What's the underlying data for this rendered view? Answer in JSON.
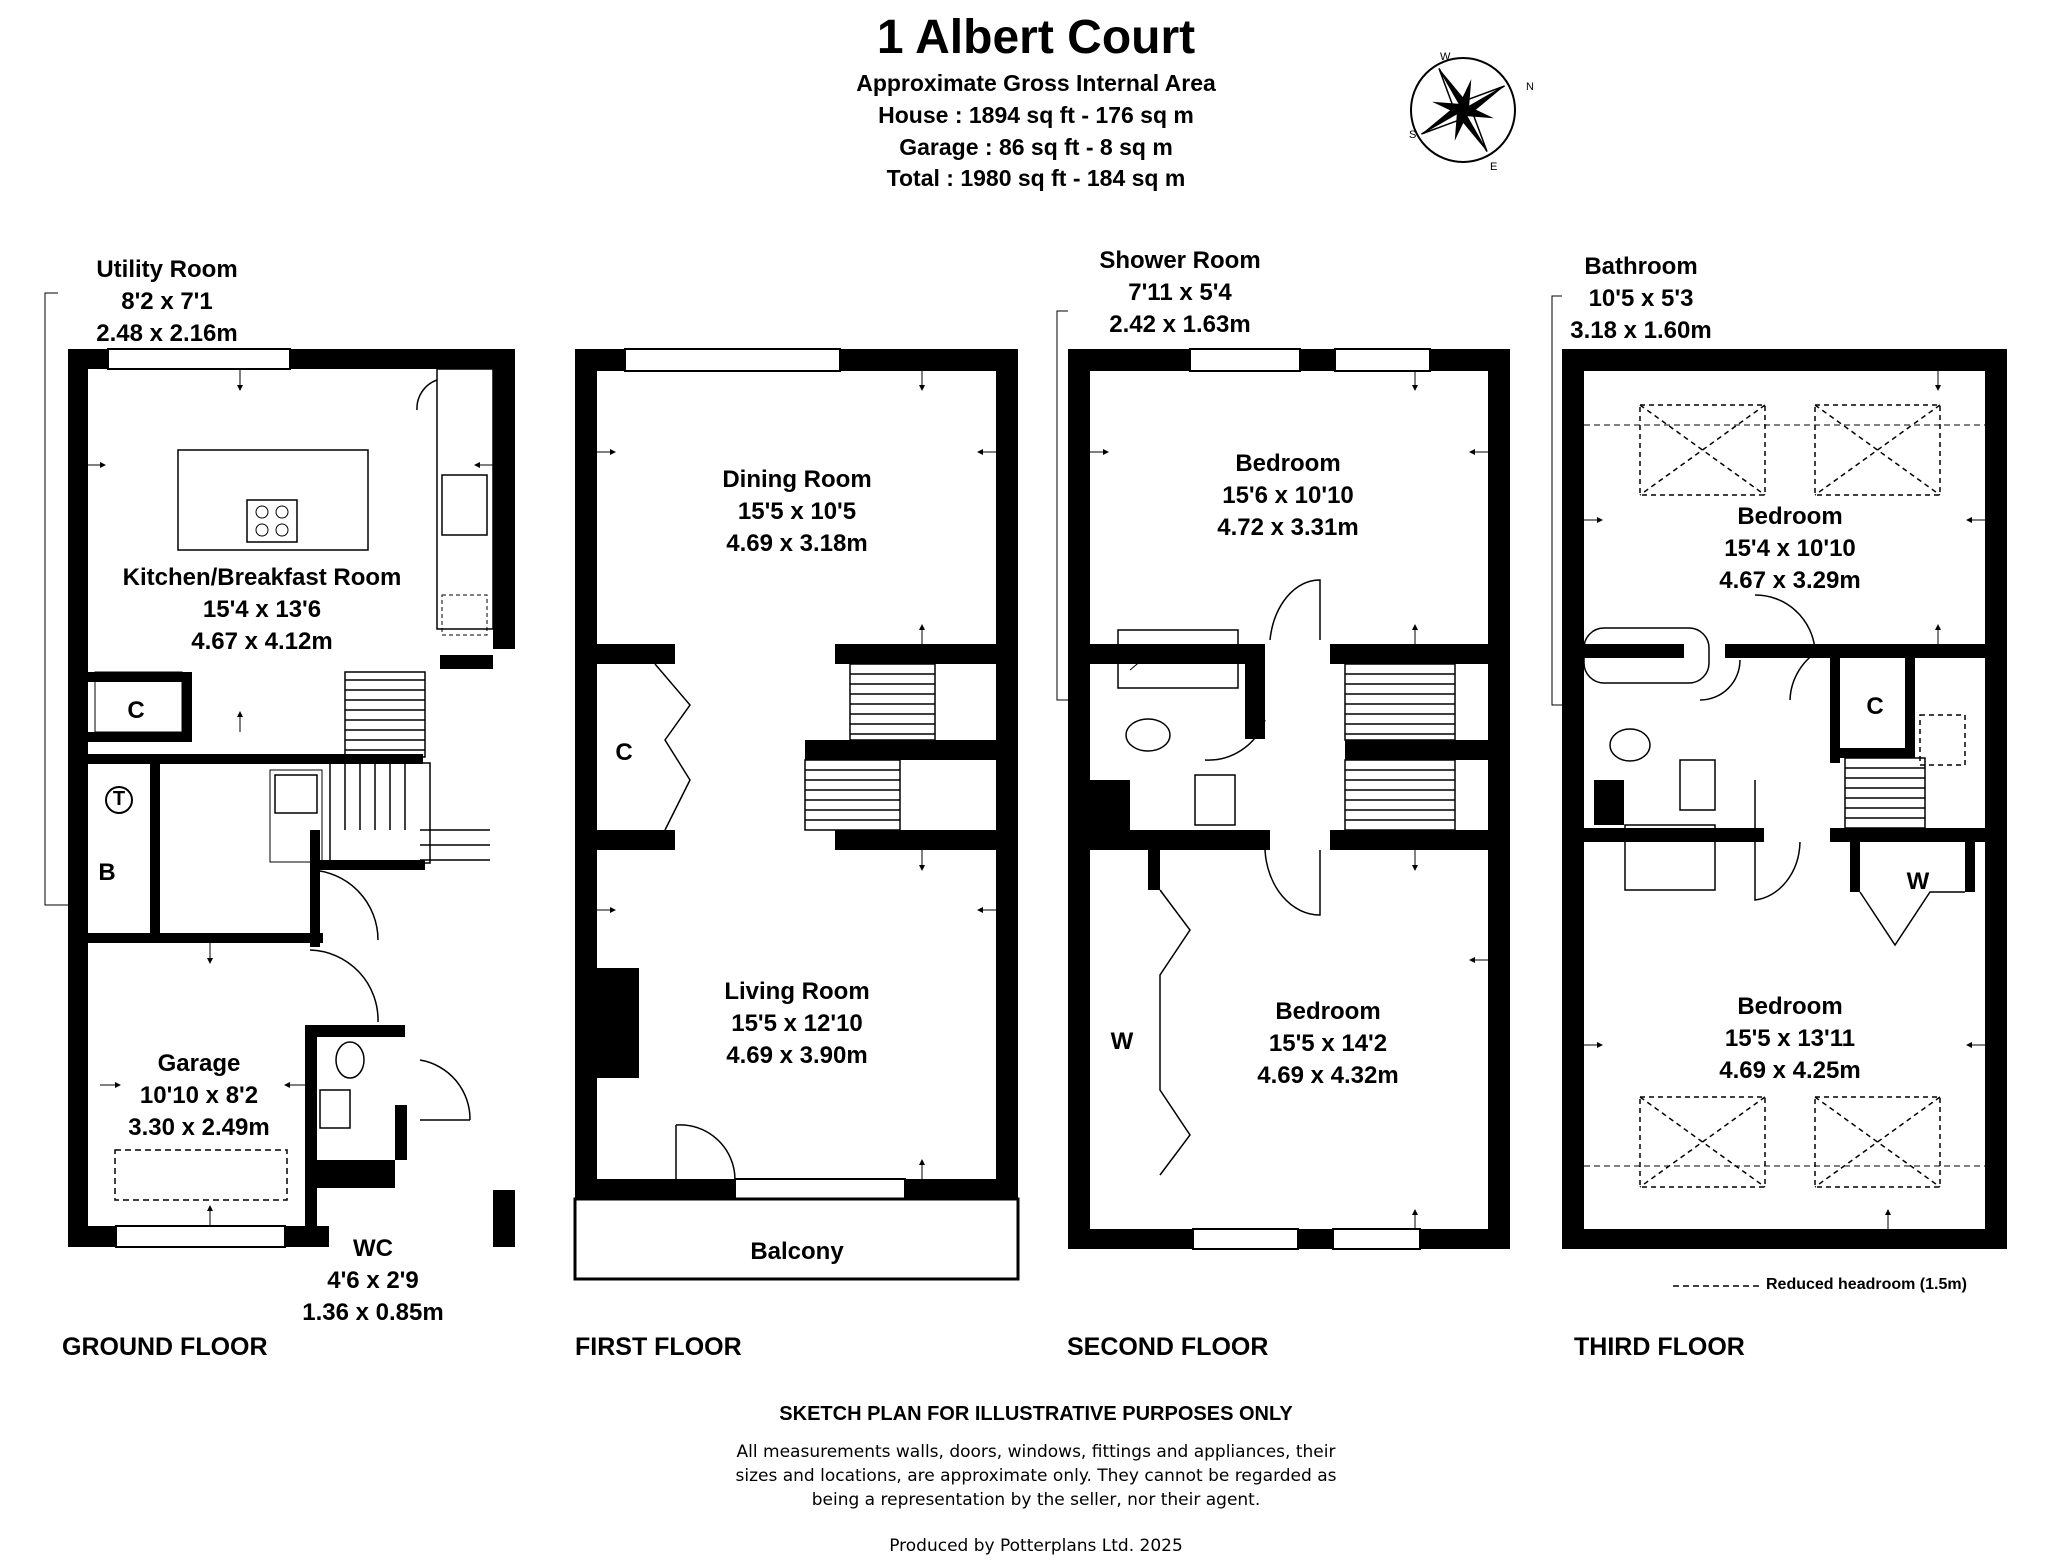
{
  "header": {
    "title": "1 Albert Court",
    "subtitle": "Approximate Gross Internal Area",
    "house": "House : 1894 sq ft - 176 sq m",
    "garage": "Garage : 86 sq ft - 8 sq m",
    "total": "Total : 1980 sq ft - 184 sq m"
  },
  "compass": {
    "n": "N",
    "e": "E",
    "s": "S",
    "w": "W"
  },
  "rooms": {
    "utility": {
      "name": "Utility Room",
      "imperial": "8'2 x 7'1",
      "metric": "2.48 x 2.16m"
    },
    "kitchen": {
      "name": "Kitchen/Breakfast Room",
      "imperial": "15'4 x 13'6",
      "metric": "4.67 x 4.12m"
    },
    "garage": {
      "name": "Garage",
      "imperial": "10'10 x 8'2",
      "metric": "3.30 x 2.49m"
    },
    "wc": {
      "name": "WC",
      "imperial": "4'6 x 2'9",
      "metric": "1.36 x 0.85m"
    },
    "dining": {
      "name": "Dining Room",
      "imperial": "15'5 x 10'5",
      "metric": "4.69 x 3.18m"
    },
    "living": {
      "name": "Living Room",
      "imperial": "15'5 x 12'10",
      "metric": "4.69 x 3.90m"
    },
    "balcony": {
      "name": "Balcony"
    },
    "shower": {
      "name": "Shower Room",
      "imperial": "7'11 x 5'4",
      "metric": "2.42 x 1.63m"
    },
    "bed2a": {
      "name": "Bedroom",
      "imperial": "15'6 x 10'10",
      "metric": "4.72 x 3.31m"
    },
    "bed2b": {
      "name": "Bedroom",
      "imperial": "15'5 x 14'2",
      "metric": "4.69 x 4.32m"
    },
    "bathroom": {
      "name": "Bathroom",
      "imperial": "10'5 x 5'3",
      "metric": "3.18 x 1.60m"
    },
    "bed3a": {
      "name": "Bedroom",
      "imperial": "15'4 x 10'10",
      "metric": "4.67 x 3.29m"
    },
    "bed3b": {
      "name": "Bedroom",
      "imperial": "15'5 x 13'11",
      "metric": "4.69 x 4.25m"
    }
  },
  "marks": {
    "cupboard": "C",
    "tank": "T",
    "boiler": "B",
    "wardrobe": "W"
  },
  "floors": {
    "ground": "GROUND FLOOR",
    "first": "FIRST FLOOR",
    "second": "SECOND FLOOR",
    "third": "THIRD FLOOR"
  },
  "legend": {
    "reduced_headroom": "Reduced headroom (1.5m)"
  },
  "footer": {
    "heading": "SKETCH PLAN FOR ILLUSTRATIVE PURPOSES ONLY",
    "line1": "All measurements walls, doors, windows, fittings and appliances, their",
    "line2": "sizes and locations, are approximate only. They cannot be regarded as",
    "line3": "being a representation by the seller, nor their agent.",
    "produced": "Produced by Potterplans Ltd. 2025"
  }
}
